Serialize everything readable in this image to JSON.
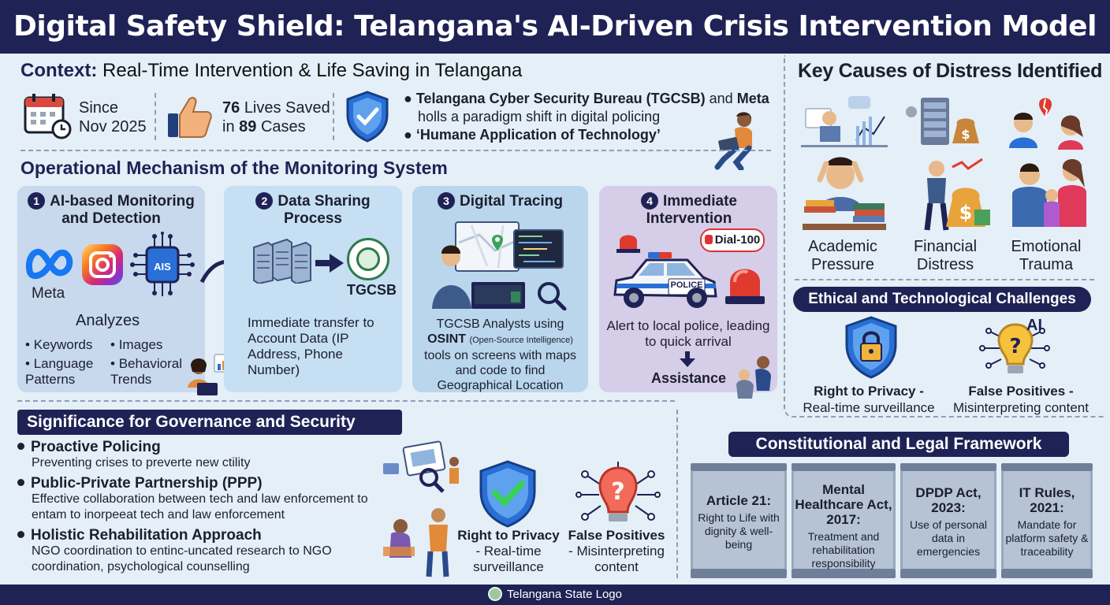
{
  "title": "Digital Safety Shield: Telangana's AI-Driven Crisis Intervention Model",
  "context": {
    "heading_lead": "Context:",
    "heading_rest": "Real-Time Intervention & Life Saving in Telangana",
    "since_line1": "Since",
    "since_line2": "Nov 2025",
    "lives_num": "76",
    "lives_text": "Lives Saved",
    "cases_pre": "in",
    "cases_num": "89",
    "cases_post": "Cases",
    "bullet1_bold": "Telangana Cyber Security Bureau (TGCSB)",
    "bullet1_mid": "and",
    "bullet1_bold2": "Meta",
    "bullet1_rest": "holls a paradigm shift in digital policing",
    "bullet2": "‘Humane Application of Technology’"
  },
  "operational": {
    "heading_lead": "Operational Mechanism",
    "heading_rest": "of the Monitoring System",
    "steps": [
      {
        "num": "1",
        "title": "AI-based Monitoring and Detection"
      },
      {
        "num": "2",
        "title": "Data Sharing Process"
      },
      {
        "num": "3",
        "title": "Digital Tracing"
      },
      {
        "num": "4",
        "title": "Immediate Intervention"
      }
    ],
    "meta_label": "Meta",
    "ais_label": "AIS",
    "analyzes": "Analyzes",
    "analyze_items": [
      "Keywords",
      "Images",
      "Language Patterns",
      "Behavioral Trends"
    ],
    "tgcsb_label": "TGCSB",
    "step2_text": "Immediate transfer to Account Data (IP Address, Phone Number)",
    "step3_line1": "TGCSB Analysts using",
    "step3_line2_bold": "OSINT",
    "step3_line2_small": "(Open-Source Intelligence)",
    "step3_line3": "tools on screens with maps and code to find Geographical Location",
    "dial": "Dial-100",
    "police": "POLICE",
    "step4_text": "Alert to local police, leading to quick arrival",
    "assistance": "Assistance"
  },
  "significance": {
    "heading": "Significance for Governance and Security",
    "items": [
      {
        "title": "Proactive Policing",
        "desc": "Preventing crises to preverte new ctility"
      },
      {
        "title": "Public-Private Partnership (PPP)",
        "desc": "Effective collaboration between tech and law enforcement to entam to inorpeeat tech and law enforcement"
      },
      {
        "title": "Holistic Rehabilitation Approach",
        "desc": "NGO coordination to entinc-uncated research to NGO coordination, psychological counselling"
      }
    ],
    "privacy_title": "Right to Privacy",
    "privacy_desc": "- Real-time surveillance",
    "fp_title": "False Positives",
    "fp_desc": "- Misinterpreting content"
  },
  "causes": {
    "heading": "Key Causes of Distress Identified",
    "items": [
      "Academic Pressure",
      "Financial Distress",
      "Emotional Trauma"
    ]
  },
  "challenges": {
    "heading": "Ethical and Technological Challenges",
    "ai_label": "AI",
    "items": [
      {
        "title": "Right to Privacy -",
        "desc": "Real-time surveillance"
      },
      {
        "title": "False Positives -",
        "desc": "Misinterpreting content"
      }
    ]
  },
  "legal": {
    "heading": "Constitutional and Legal Framework",
    "pillars": [
      {
        "title": "Article 21:",
        "desc": "Right to Life with dignity & well-being"
      },
      {
        "title": "Mental Healthcare Act, 2017:",
        "desc": "Treatment and rehabilitation responsibility"
      },
      {
        "title": "DPDP Act, 2023:",
        "desc": "Use of personal data in emergencies"
      },
      {
        "title": "IT Rules, 2021:",
        "desc": "Mandate for platform safety & traceability"
      }
    ]
  },
  "footer": "Telangana State Logo",
  "colors": {
    "navy": "#1f2255",
    "accent_blue": "#2a6fd6",
    "alert_red": "#e03a2f"
  }
}
